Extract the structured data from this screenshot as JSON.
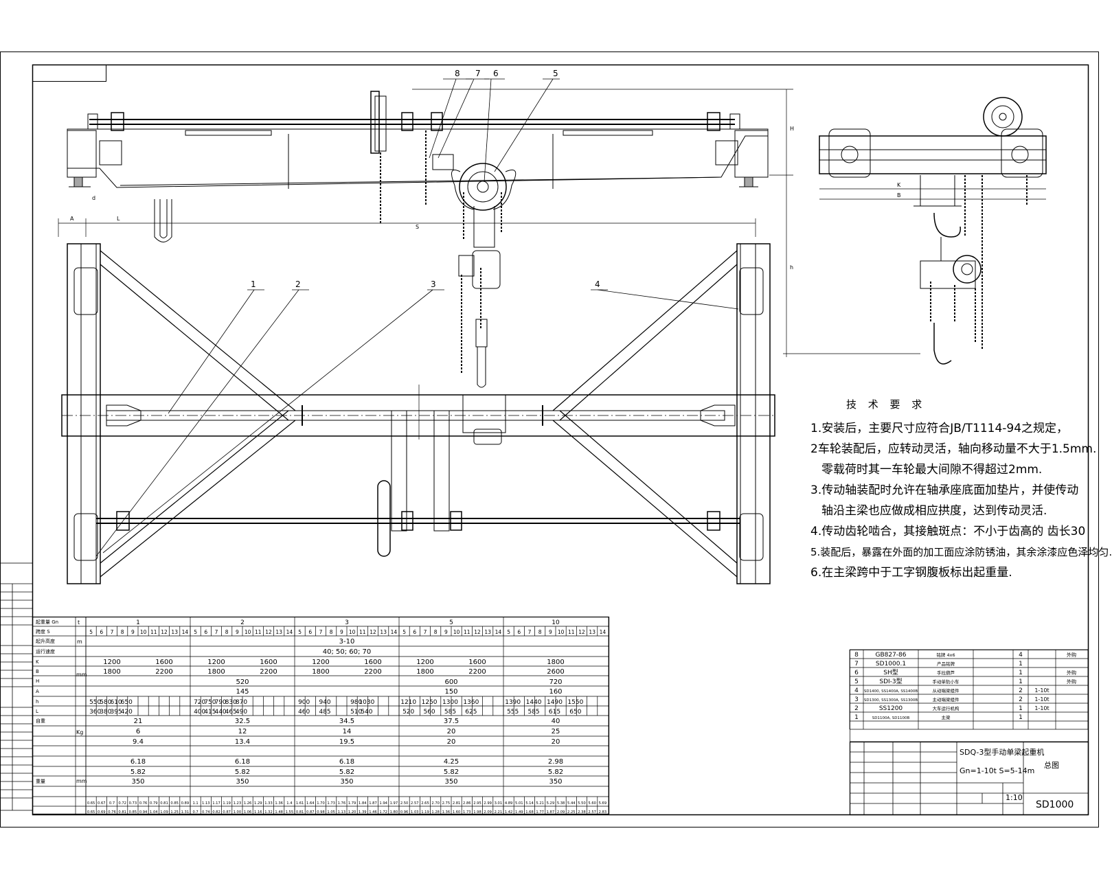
{
  "drawing": {
    "part_callouts": [
      "1",
      "2",
      "3",
      "4",
      "5",
      "6",
      "7",
      "8"
    ],
    "dimension_letters": [
      "A",
      "L",
      "S",
      "H",
      "h",
      "K",
      "B",
      "d"
    ]
  },
  "notes": {
    "title": "技 术 要 求",
    "items": [
      "1.安装后，主要尺寸应符合JB/T1114-94之规定，",
      "2车轮装配后，应转动灵活，轴向移动量不大于1.5mm.",
      "零载荷时其一车轮最大间隙不得超过2mm.",
      "3.传动轴装配时允许在轴承座底面加垫片，并使传动",
      "轴沿主梁也应做成相应拱度，达到传动灵活.",
      "4.传动齿轮啮合，其接触斑点：不小于齿高的 齿长30",
      "5.装配后，暴露在外面的加工面应涂防锈油，其余涂漆应色泽均匀.",
      "6.在主梁跨中于工字钢腹板标出起重量."
    ]
  },
  "param_table": {
    "group_labels": [
      "1",
      "2",
      "3",
      "5",
      "10"
    ],
    "span_values": [
      "5",
      "6",
      "7",
      "8",
      "9",
      "10",
      "11",
      "12",
      "13",
      "14"
    ],
    "row_labels": [
      "起重量 Gn",
      "跨度 S",
      "起升高度",
      "运行速度",
      "K",
      "B",
      "H",
      "A",
      "h",
      "L",
      "自重",
      "",
      "",
      "",
      "",
      "",
      "重量"
    ],
    "unit_labels": [
      "t",
      "m",
      "mm",
      "Kg",
      "mm"
    ],
    "range_height": "3-10",
    "range_speed": "40; 50; 60; 70",
    "K": [
      "1200",
      "1600",
      "1200",
      "1600",
      "1200",
      "1600",
      "1200",
      "1600",
      "1800"
    ],
    "B": [
      "1800",
      "2200",
      "1800",
      "2200",
      "1800",
      "2200",
      "1800",
      "2200",
      "2600"
    ],
    "H": [
      "520",
      "600",
      "720"
    ],
    "A": [
      "145",
      "150",
      "160"
    ],
    "h": [
      "550",
      "580",
      "610",
      "650",
      "720",
      "750",
      "790",
      "830",
      "870",
      "900",
      "940",
      "980",
      "1030",
      "1210",
      "1250",
      "1300",
      "1360",
      "1390",
      "1440",
      "1490",
      "1550"
    ],
    "L": [
      "360",
      "380",
      "395",
      "420",
      "400",
      "415",
      "440",
      "465",
      "490",
      "460",
      "485",
      "510",
      "540",
      "520",
      "560",
      "585",
      "625",
      "555",
      "585",
      "615",
      "650"
    ],
    "weight_a": [
      "21",
      "32.5",
      "34.5",
      "37.5",
      "40"
    ],
    "weight_b": [
      "6",
      "12",
      "14",
      "20",
      "25"
    ],
    "weight_c": [
      "9.4",
      "13.4",
      "19.5",
      "20",
      "20"
    ],
    "row_f": [
      "6.18",
      "6.18",
      "6.18",
      "4.25",
      "2.98"
    ],
    "row_g": [
      "5.82",
      "5.82",
      "5.82",
      "5.82",
      "5.82"
    ],
    "row_h": [
      "350",
      "350",
      "350",
      "350",
      "350"
    ],
    "row_i": [
      "0.65",
      "0.67",
      "0.7",
      "0.72",
      "0.73",
      "0.76",
      "0.79",
      "0.81",
      "0.85",
      "0.89",
      "1.1",
      "1.13",
      "1.17",
      "1.19",
      "1.23",
      "1.26",
      "1.29",
      "1.33",
      "1.36",
      "1.4",
      "1.61",
      "1.64",
      "1.70",
      "1.73",
      "1.76",
      "1.79",
      "1.84",
      "1.87",
      "1.94",
      "1.97",
      "2.50",
      "2.57",
      "2.65",
      "2.70",
      "2.75",
      "2.81",
      "2.86",
      "2.95",
      "2.99",
      "3.01",
      "4.89",
      "5.01",
      "5.14",
      "5.21",
      "5.29",
      "5.38",
      "5.44",
      "5.50",
      "5.60",
      "5.69"
    ],
    "row_j": [
      "0.65",
      "0.69",
      "0.76",
      "0.81",
      "0.85",
      "0.94",
      "1.04",
      "1.09",
      "1.25",
      "1.31",
      "0.7",
      "0.74",
      "0.82",
      "0.87",
      "1.00",
      "1.06",
      "1.16",
      "1.32",
      "1.48",
      "1.55",
      "0.81",
      "0.87",
      "0.98",
      "1.05",
      "1.13",
      "1.20",
      "1.39",
      "1.46",
      "1.72",
      "1.80",
      "0.96",
      "1.03",
      "1.19",
      "1.28",
      "1.36",
      "1.60",
      "1.73",
      "1.98",
      "2.09",
      "2.21",
      "1.42",
      "1.49",
      "1.68",
      "1.77",
      "1.87",
      "2.09",
      "2.25",
      "2.38",
      "2.57",
      "2.83"
    ]
  },
  "parts_list": [
    {
      "no": "8",
      "code": "GB827-86",
      "name": "铭牌 4x6",
      "qty": "4",
      "weight": "",
      "note": "外购"
    },
    {
      "no": "7",
      "code": "SD1000.1",
      "name": "产品铭牌",
      "qty": "1",
      "weight": "",
      "note": ""
    },
    {
      "no": "6",
      "code": "SH型",
      "name": "手拉葫芦",
      "qty": "1",
      "weight": "",
      "note": "外购"
    },
    {
      "no": "5",
      "code": "SDI-3型",
      "name": "手动单轨小车",
      "qty": "1",
      "weight": "",
      "note": "外购"
    },
    {
      "no": "4",
      "code": "SD1400, SS1400A, SS1400B",
      "name": "从动端梁组件",
      "qty": "2",
      "weight": "1-10t",
      "note": ""
    },
    {
      "no": "3",
      "code": "SD1300, SS1300A, SS1300B",
      "name": "主动端梁组件",
      "qty": "2",
      "weight": "1-10t",
      "note": ""
    },
    {
      "no": "2",
      "code": "SS1200",
      "name": "大车运行机构",
      "qty": "1",
      "weight": "1-10t",
      "note": ""
    },
    {
      "no": "1",
      "code": "SD1100A, SD1100B",
      "name": "主梁",
      "qty": "1",
      "weight": "",
      "note": ""
    }
  ],
  "title_block": {
    "title": "SDQ-3型手动单梁起重机",
    "spec": "Gn=1-10t  S=5-14m",
    "sheet_name": "总图",
    "scale": "1:10",
    "drawing_no": "SD1000"
  }
}
